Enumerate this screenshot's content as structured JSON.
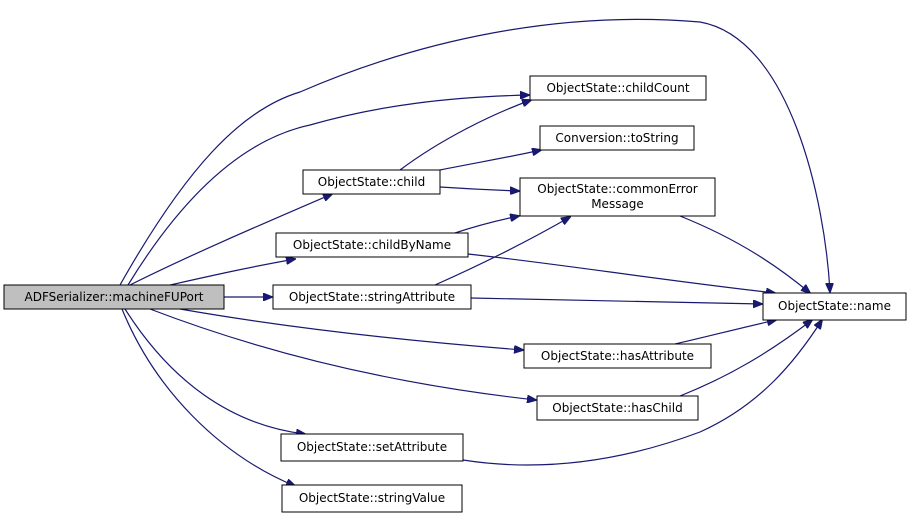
{
  "colors": {
    "edge": "#191970",
    "root_fill": "#bfbfbf",
    "node_fill": "#ffffff",
    "border": "#000000"
  },
  "nodes": {
    "root": {
      "lines": [
        "ADFSerializer::machineFUPort"
      ],
      "root": true
    },
    "childCount": {
      "lines": [
        "ObjectState::childCount"
      ]
    },
    "toString": {
      "lines": [
        "Conversion::toString"
      ]
    },
    "child": {
      "lines": [
        "ObjectState::child"
      ]
    },
    "commonError": {
      "lines": [
        "ObjectState::commonError",
        "Message"
      ]
    },
    "childByName": {
      "lines": [
        "ObjectState::childByName"
      ]
    },
    "stringAttribute": {
      "lines": [
        "ObjectState::stringAttribute"
      ]
    },
    "name": {
      "lines": [
        "ObjectState::name"
      ]
    },
    "hasAttribute": {
      "lines": [
        "ObjectState::hasAttribute"
      ]
    },
    "hasChild": {
      "lines": [
        "ObjectState::hasChild"
      ]
    },
    "setAttribute": {
      "lines": [
        "ObjectState::setAttribute"
      ]
    },
    "stringValue": {
      "lines": [
        "ObjectState::stringValue"
      ]
    }
  },
  "edges": [
    [
      "root",
      "name"
    ],
    [
      "root",
      "childCount"
    ],
    [
      "root",
      "child"
    ],
    [
      "root",
      "childByName"
    ],
    [
      "root",
      "stringAttribute"
    ],
    [
      "root",
      "hasAttribute"
    ],
    [
      "root",
      "hasChild"
    ],
    [
      "root",
      "setAttribute"
    ],
    [
      "root",
      "stringValue"
    ],
    [
      "child",
      "childCount"
    ],
    [
      "child",
      "toString"
    ],
    [
      "child",
      "commonError"
    ],
    [
      "childByName",
      "commonError"
    ],
    [
      "childByName",
      "name"
    ],
    [
      "stringAttribute",
      "commonError"
    ],
    [
      "stringAttribute",
      "name"
    ],
    [
      "commonError",
      "name"
    ],
    [
      "hasAttribute",
      "name"
    ],
    [
      "hasChild",
      "name"
    ],
    [
      "setAttribute",
      "name"
    ]
  ]
}
